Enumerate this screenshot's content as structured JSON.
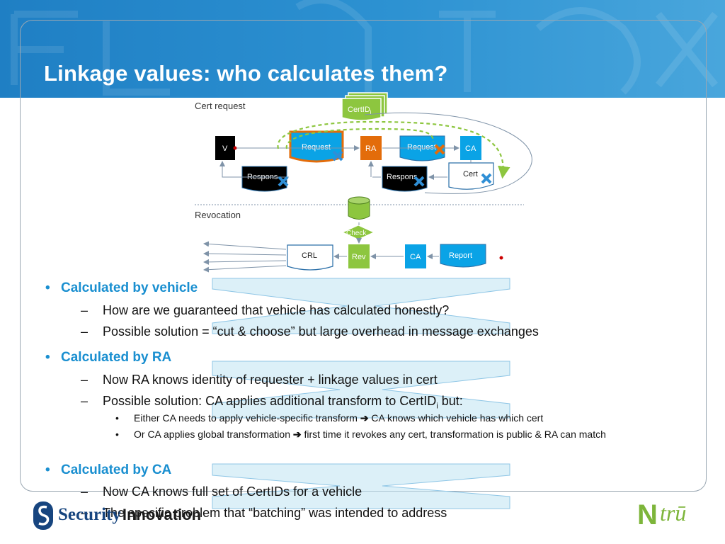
{
  "slide": {
    "title": "Linkage values: who calculates them?"
  },
  "diagram": {
    "cert_request_label": "Cert request",
    "revocation_label": "Revocation",
    "v_label": "V",
    "request_label": "Request",
    "ra_label": "RA",
    "request2_label": "Request",
    "ca_label": "CA",
    "response_label": "Respons",
    "response2_label": "Respons",
    "cert_label": "Cert",
    "certid_label": "CertID",
    "certid_sub": "i",
    "check_label": "Check",
    "crl_label": "CRL",
    "rev_label": "Rev",
    "ca2_label": "CA",
    "report_label": "Report"
  },
  "bullets": {
    "b1": "Calculated by vehicle",
    "b1_s1": "How are we guaranteed that vehicle has calculated honestly?",
    "b1_s2": "Possible solution = “cut & choose” but large overhead in message exchanges",
    "b2": "Calculated by RA",
    "b2_s1": "Now RA knows identity of requester + linkage values in cert",
    "b2_s2_pre": "Possible solution: CA applies additional transform to CertID",
    "b2_s2_sub": "i",
    "b2_s2_post": " but:",
    "b2_s2_a_pre": "Either CA needs to apply vehicle-specific transform ",
    "b2_s2_a_post": " CA knows which vehicle has which cert",
    "b2_s2_b_pre": "Or  CA applies global transformation ",
    "b2_s2_b_post": " first time it revokes any cert, transformation is public & RA can match",
    "b3": "Calculated by CA",
    "b3_s1": "Now CA knows full set of CertIDs for a vehicle",
    "b3_s2": "The specific problem that “batching” was intended to address",
    "bullet_glyph": "•",
    "dash_glyph": "–",
    "arrow_glyph": "➔"
  },
  "footer": {
    "si_security": "Security",
    "si_innovation": "Innovation",
    "ntru_rest": "trū",
    "ntru_n": "N"
  },
  "colors": {
    "header_blue": "#1f7fc4",
    "bullet_blue": "#1a8fd0",
    "box_cyan": "#0aa3e6",
    "ra_orange": "#e36c0a",
    "green": "#8dc63f",
    "x_blue": "#2f8fd6",
    "ntru_green": "#7db53a",
    "si_navy": "#17457f"
  }
}
